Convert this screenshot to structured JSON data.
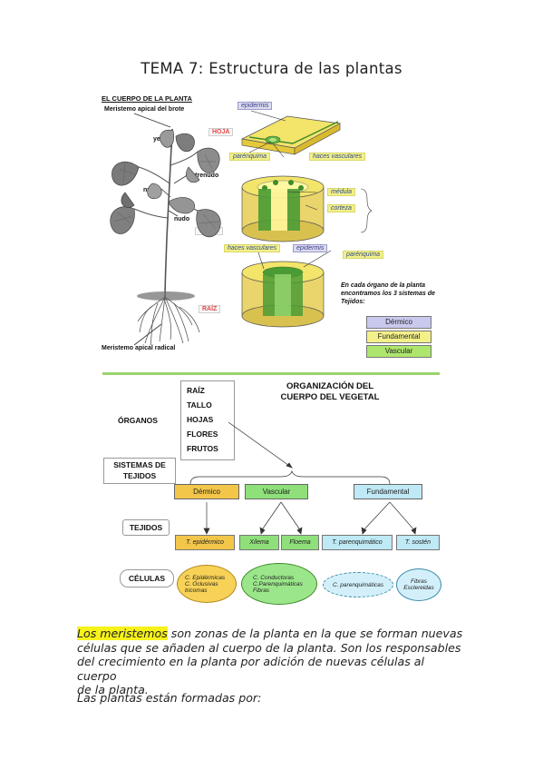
{
  "title": "TEMA 7: Estructura de las plantas",
  "figure": {
    "heading": "EL CUERPO DE LA PLANTA",
    "plant_labels": {
      "apical_shoot": "Meristemo apical del brote",
      "bud": "yema",
      "internode": "entrenudo",
      "node1": "nudo",
      "node2": "nudo",
      "root_meristem": "Meristemo apical radical"
    },
    "organ_tags": {
      "leaf": "HOJA",
      "stem": "TALLO",
      "root": "RAÍZ"
    },
    "tissue_labels": {
      "epidermis_top": "epidermis",
      "parenchyma_top": "parénquima",
      "vascular_top": "haces vasculares",
      "pith": "médula",
      "cortex": "corteza",
      "vascular_mid": "haces vasculares",
      "epidermis_mid": "epidermis",
      "parenchyma_right": "parénquima"
    },
    "note": "En cada órgano de la planta encontramos los 3 sistemas de Tejidos:",
    "systems": [
      {
        "label": "Dérmico",
        "color": "#c9c9ee"
      },
      {
        "label": "Fundamental",
        "color": "#f3f08a"
      },
      {
        "label": "Vascular",
        "color": "#aee56c"
      }
    ]
  },
  "diagram": {
    "heading_line1": "ORGANIZACIÓN DEL",
    "heading_line2": "CUERPO DEL VEGETAL",
    "organs_label": "ÓRGANOS",
    "organs": [
      "RAÍZ",
      "TALLO",
      "HOJAS",
      "FLORES",
      "FRUTOS"
    ],
    "systems_label_line1": "SISTEMAS DE",
    "systems_label_line2": "TEJIDOS",
    "systems": [
      {
        "label": "Dérmico",
        "color": "#f3c64a"
      },
      {
        "label": "Vascular",
        "color": "#8fe07a"
      },
      {
        "label": "Fundamental",
        "color": "#bfe9f5"
      }
    ],
    "tissues_label": "TEJIDOS",
    "tissues": [
      "T. epidérmico",
      "Xilema",
      "Floema",
      "T. parenquimático",
      "T. sostén"
    ],
    "cells_label": "CÉLULAS",
    "cells": [
      {
        "lines": [
          "C. Epidérmicas",
          "C. Oclusivas",
          "tricomas"
        ]
      },
      {
        "lines": [
          "C. Conductoras",
          "C.Parenquimáticas",
          "Fibras"
        ]
      },
      {
        "lines": [
          "C. parenquimáticas"
        ]
      },
      {
        "lines": [
          "Fibras",
          "Esclereidas"
        ]
      }
    ]
  },
  "text": {
    "highlight": "Los meristemos",
    "para1_rest_line1": " son zonas de la planta en la que se forman nuevas",
    "para1_line2": "células que se añaden al cuerpo de la planta. Son los responsables",
    "para1_line3": "del crecimiento en la planta por adición de nuevas células al cuerpo",
    "para1_line4": "de la planta.",
    "para2": "Las plantas están formadas por:"
  }
}
